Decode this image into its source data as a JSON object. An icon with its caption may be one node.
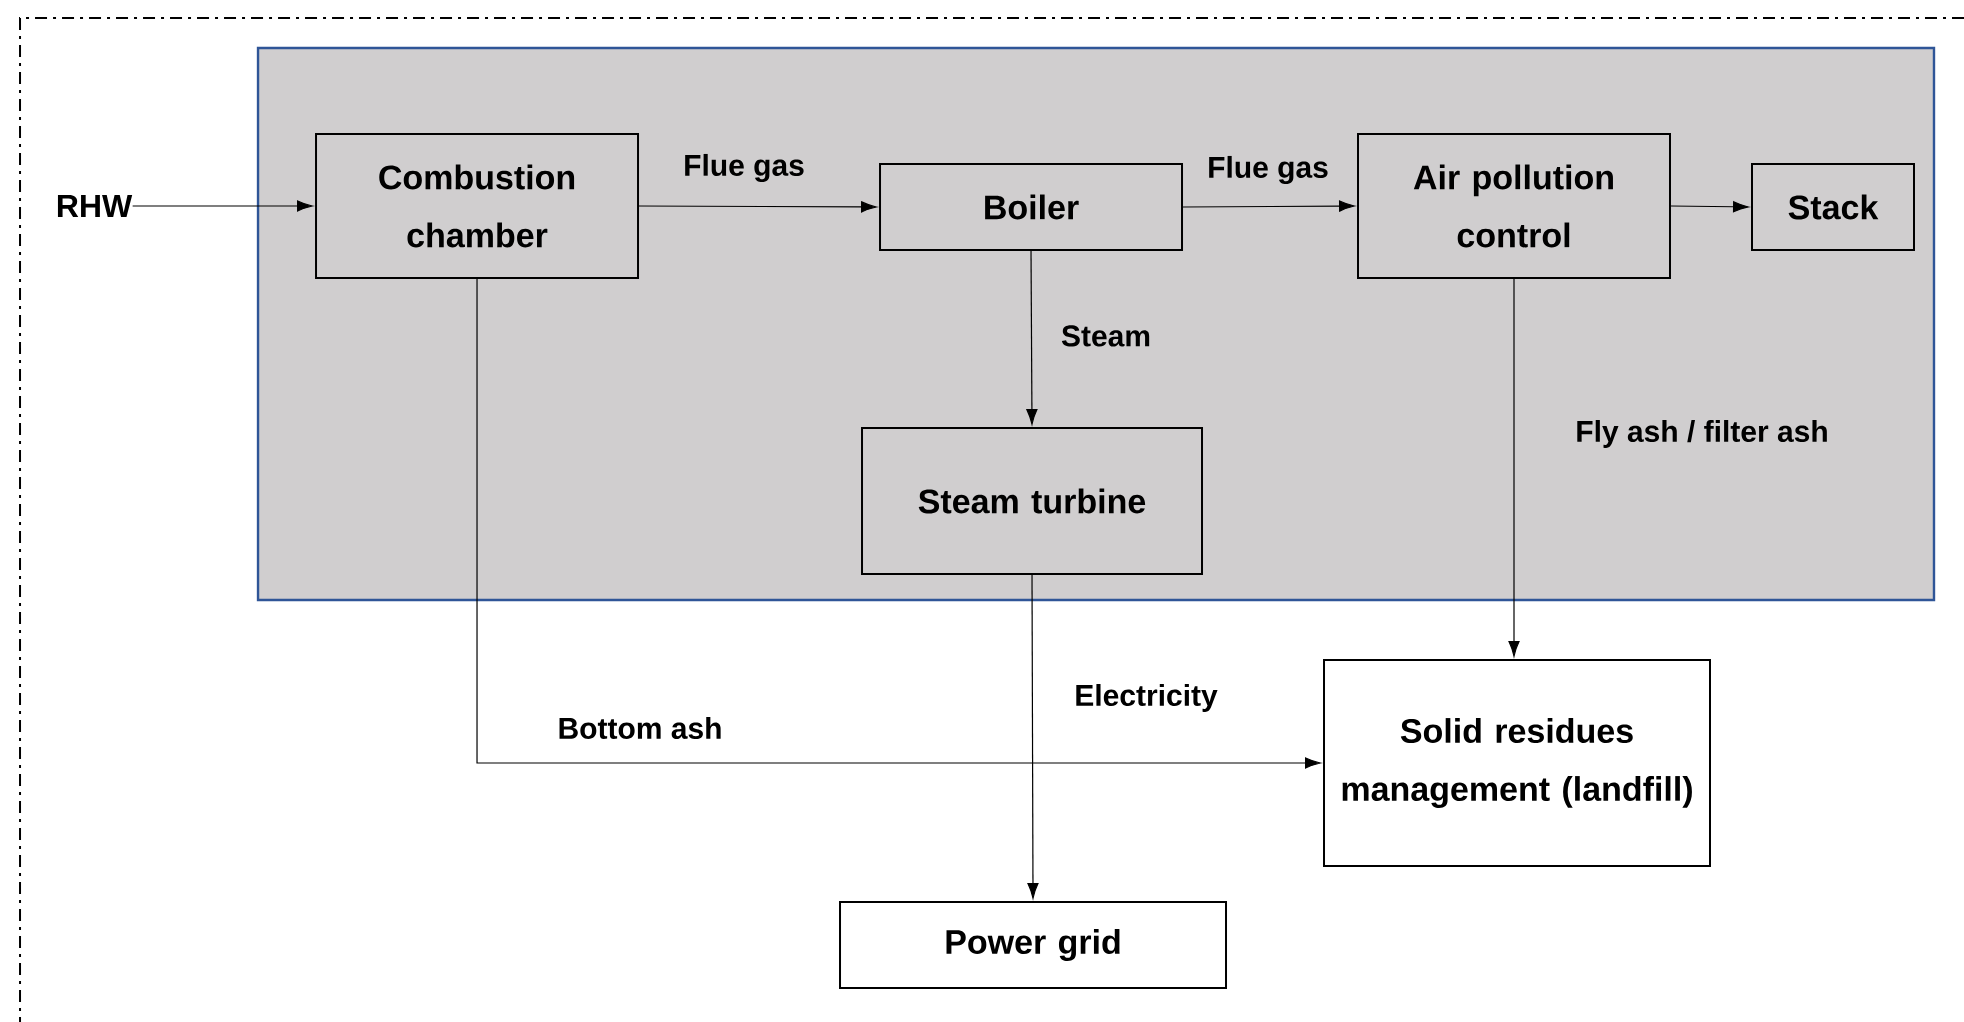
{
  "diagram": {
    "nodes": [
      {
        "text": [
          "RHW"
        ]
      },
      {
        "text": [
          "Combustion chamber"
        ]
      },
      {
        "text": [
          "Boiler"
        ]
      },
      {
        "text": [
          "Air pollution control"
        ]
      },
      {
        "text": [
          "Stack"
        ]
      },
      {
        "text": [
          "Steam turbine"
        ]
      },
      {
        "text": [
          "Solid residues management (landfill)"
        ]
      },
      {
        "text": [
          "Power grid"
        ]
      }
    ],
    "edges": [
      {
        "from": 0,
        "to": 1,
        "arrow": "to"
      },
      {
        "from": 1,
        "to": 2,
        "arrow": "to",
        "label": "Flue gas"
      },
      {
        "from": 2,
        "to": 3,
        "arrow": "to",
        "label": "Flue gas"
      },
      {
        "from": 3,
        "to": 4,
        "arrow": "to"
      },
      {
        "from": 2,
        "to": 5,
        "arrow": "to",
        "label": "Steam"
      },
      {
        "from": 3,
        "to": 6,
        "arrow": "to",
        "label": "Fly ash / filter ash"
      },
      {
        "from": 1,
        "to": 6,
        "arrow": "to",
        "label": "Bottom ash"
      },
      {
        "from": 5,
        "to": 7,
        "arrow": "to",
        "label": "Electricity"
      }
    ]
  }
}
